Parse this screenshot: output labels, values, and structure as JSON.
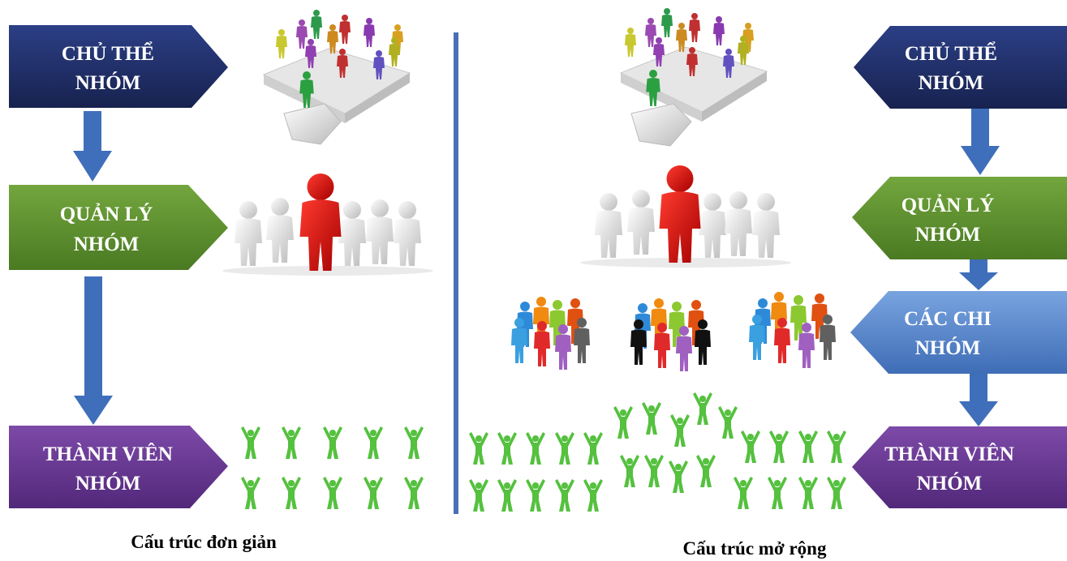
{
  "colors": {
    "navy": "#1f2f6b",
    "green": "#5d8f2f",
    "blue": "#5a88cc",
    "purple": "#6a3a93",
    "arrow": "#3f6fba",
    "divider": "#4a6fb5",
    "stick": "#55c13f"
  },
  "left": {
    "boxes": [
      {
        "line1": "CHỦ THỂ",
        "line2": "NHÓM",
        "color": "navy"
      },
      {
        "line1": "QUẢN LÝ",
        "line2": "NHÓM",
        "color": "green"
      },
      {
        "line1": "THÀNH VIÊN",
        "line2": "NHÓM",
        "color": "purple"
      }
    ],
    "caption": "Cấu trúc đơn giản"
  },
  "right": {
    "boxes": [
      {
        "line1": "CHỦ THỂ",
        "line2": "NHÓM",
        "color": "navy"
      },
      {
        "line1": "QUẢN LÝ",
        "line2": "NHÓM",
        "color": "green"
      },
      {
        "line1": "CÁC CHI",
        "line2": "NHÓM",
        "color": "blue"
      },
      {
        "line1": "THÀNH VIÊN",
        "line2": "NHÓM",
        "color": "purple"
      }
    ],
    "caption": "Cấu trúc mở rộng"
  },
  "images": {
    "puzzle_team": "puzzle-team-illustration",
    "leader_group": "leader-group-illustration",
    "subgroup": "subgroup-crowd-illustration",
    "member": "member-stick-figure-icon"
  }
}
